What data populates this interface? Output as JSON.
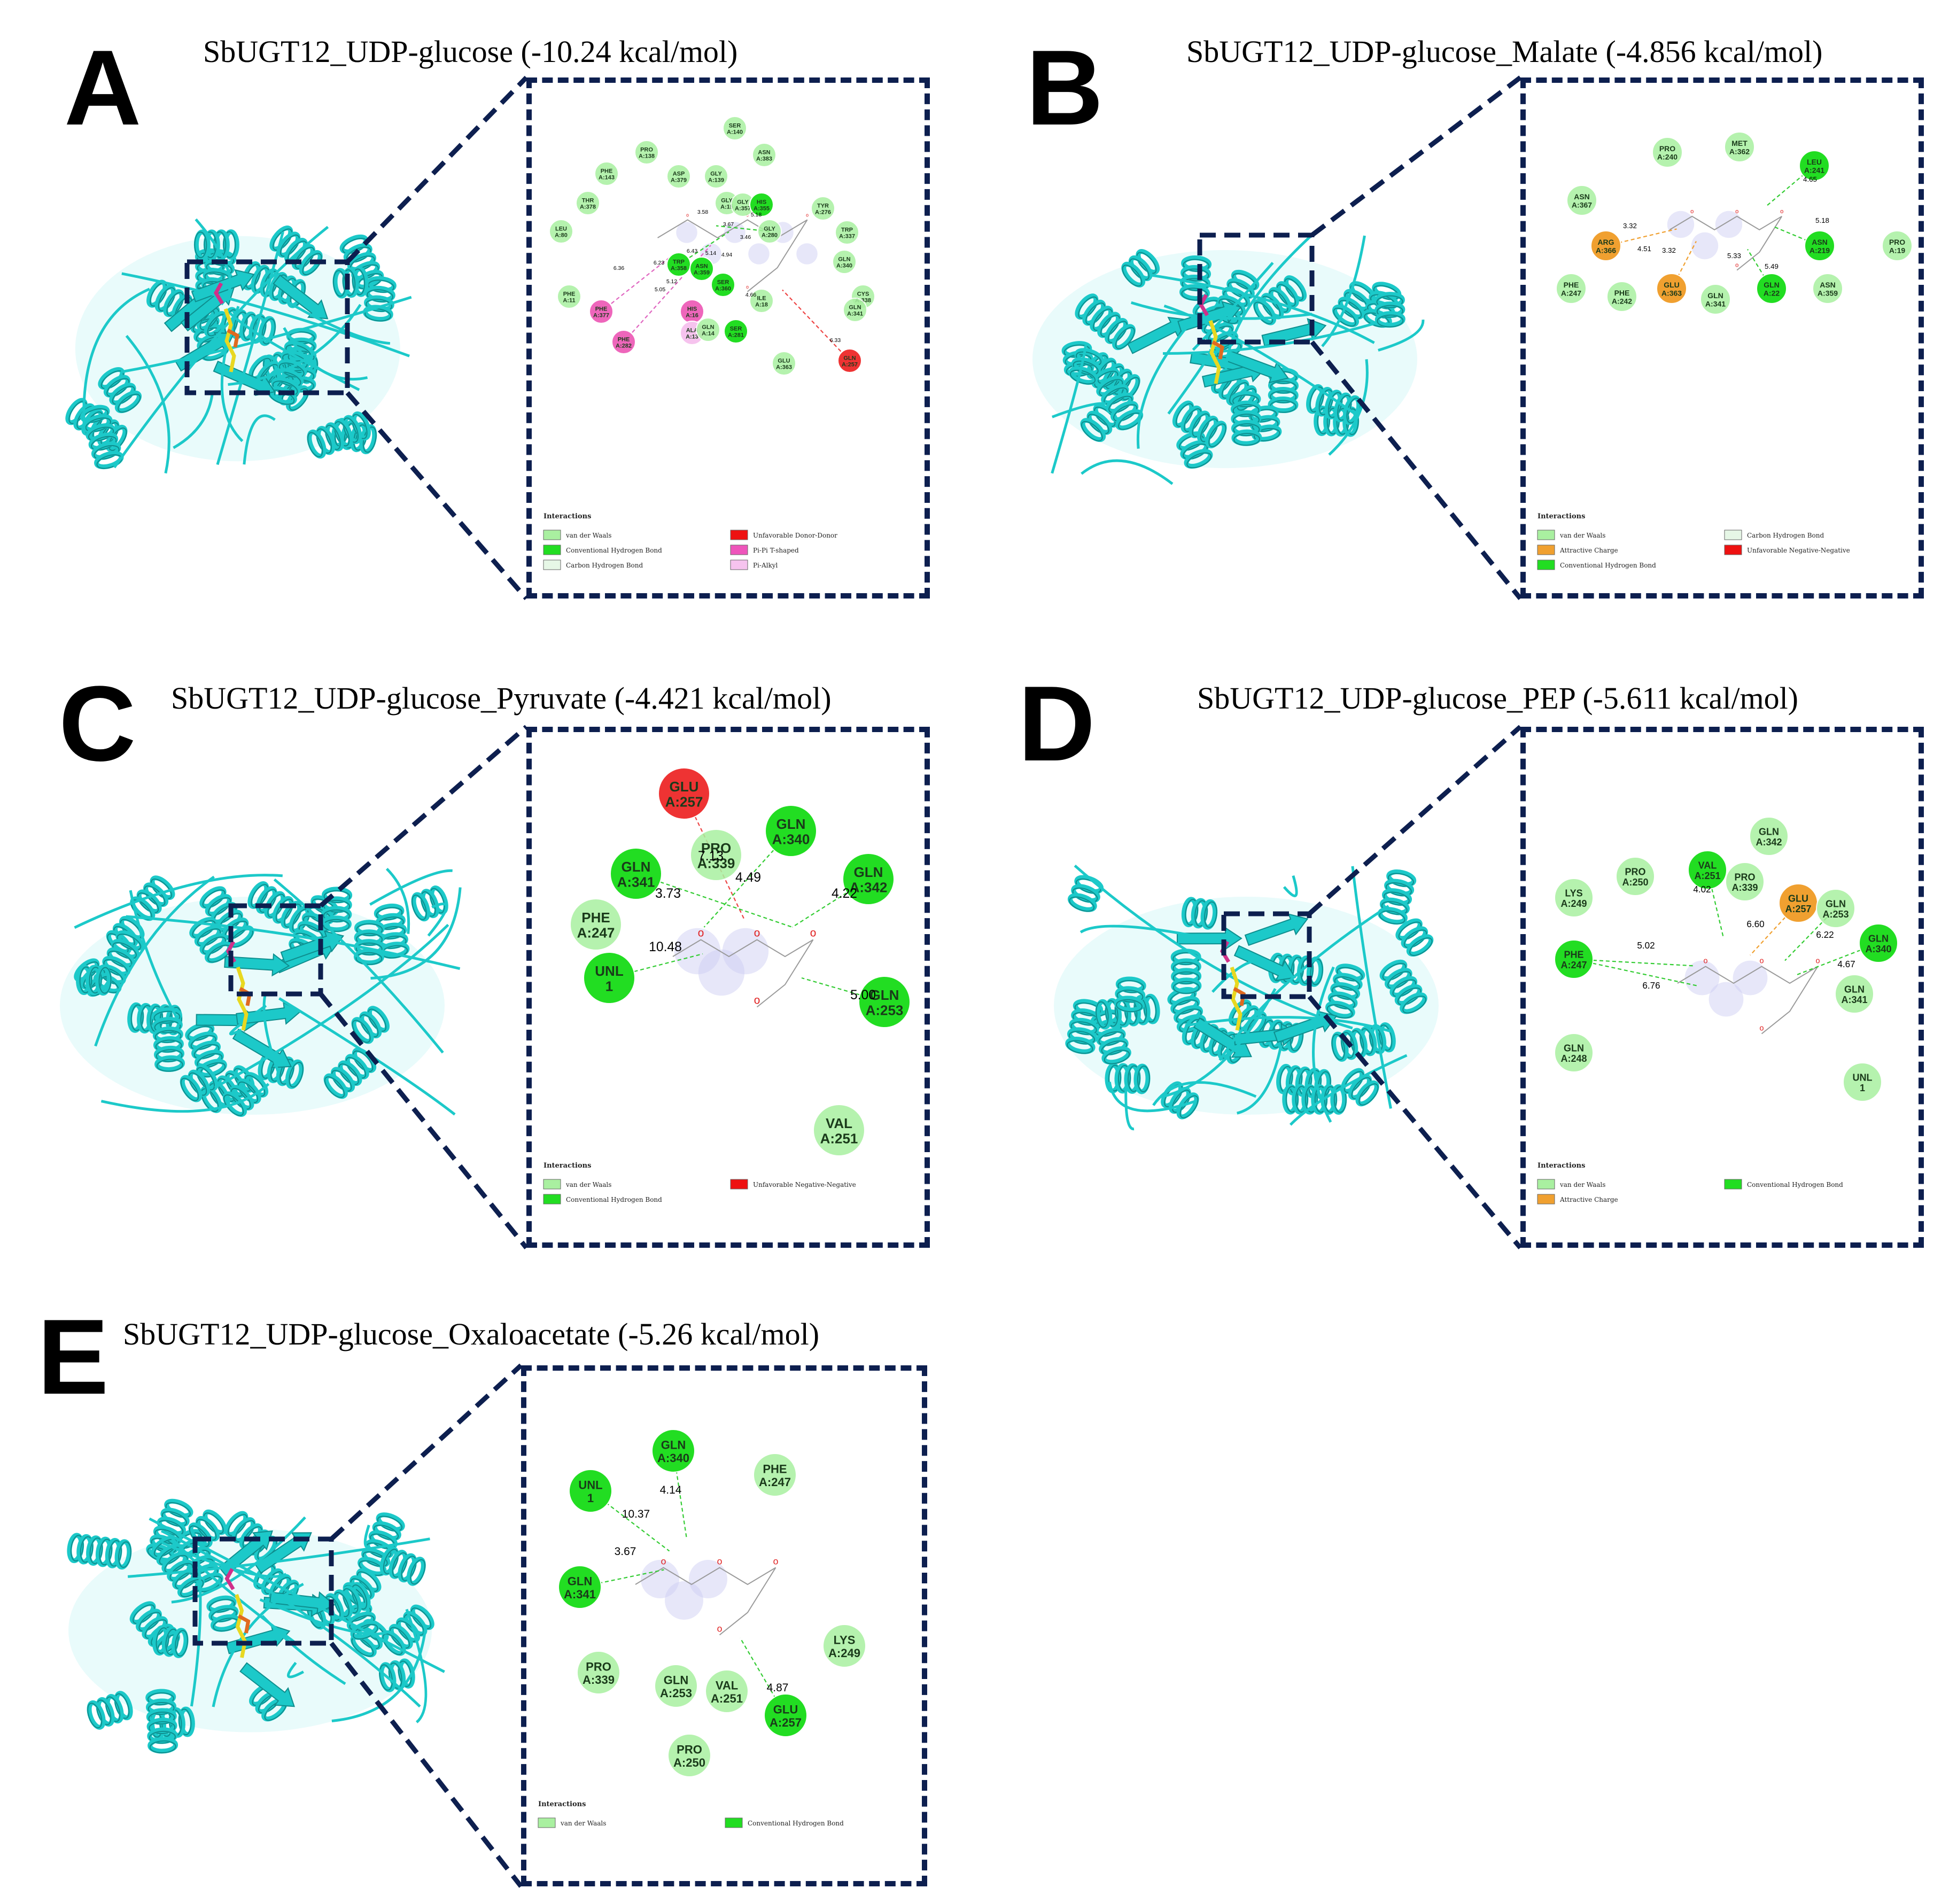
{
  "panels": [
    {
      "letter": "A",
      "title": "SbUGT12_UDP-glucose (-10.24 kcal/mol)",
      "legend_heading": "Interactions",
      "legend": [
        {
          "label": "van der Waals",
          "color": "#a9f0a0"
        },
        {
          "label": "Conventional Hydrogen Bond",
          "color": "#22dd22"
        },
        {
          "label": "Carbon Hydrogen Bond",
          "color": "#e6f7e6"
        },
        {
          "label": "Unfavorable Donor-Donor",
          "color": "#ee1111"
        },
        {
          "label": "Pi-Pi T-shaped",
          "color": "#ee55bb"
        },
        {
          "label": "Pi-Alkyl",
          "color": "#f6c3ee"
        }
      ],
      "residues": [
        {
          "name": "SER",
          "id": "A:140",
          "type": "vdw"
        },
        {
          "name": "PRO",
          "id": "A:138",
          "type": "vdw"
        },
        {
          "name": "ASN",
          "id": "A:383",
          "type": "vdw"
        },
        {
          "name": "PHE",
          "id": "A:143",
          "type": "vdw"
        },
        {
          "name": "ASP",
          "id": "A:379",
          "type": "vdw"
        },
        {
          "name": "GLY",
          "id": "A:139",
          "type": "vdw"
        },
        {
          "name": "THR",
          "id": "A:378",
          "type": "vdw"
        },
        {
          "name": "GLY",
          "id": "A:15",
          "type": "vdw"
        },
        {
          "name": "GLY",
          "id": "A:357",
          "type": "vdw"
        },
        {
          "name": "HIS",
          "id": "A:355",
          "type": "hbond"
        },
        {
          "name": "TYR",
          "id": "A:276",
          "type": "vdw"
        },
        {
          "name": "LEU",
          "id": "A:80",
          "type": "vdw"
        },
        {
          "name": "GLY",
          "id": "A:280",
          "type": "vdw"
        },
        {
          "name": "TRP",
          "id": "A:337",
          "type": "vdw"
        },
        {
          "name": "GLN",
          "id": "A:340",
          "type": "vdw"
        },
        {
          "name": "TRP",
          "id": "A:358",
          "type": "hbond"
        },
        {
          "name": "ASN",
          "id": "A:359",
          "type": "hbond"
        },
        {
          "name": "PHE",
          "id": "A:11",
          "type": "vdw"
        },
        {
          "name": "CYS",
          "id": "A:338",
          "type": "vdw"
        },
        {
          "name": "SER",
          "id": "A:360",
          "type": "hbond"
        },
        {
          "name": "HIS",
          "id": "A:16",
          "type": "pipi"
        },
        {
          "name": "PHE",
          "id": "A:377",
          "type": "pipi"
        },
        {
          "name": "ILE",
          "id": "A:18",
          "type": "vdw"
        },
        {
          "name": "GLN",
          "id": "A:341",
          "type": "vdw"
        },
        {
          "name": "ALA",
          "id": "A:13",
          "type": "pialkyl"
        },
        {
          "name": "GLN",
          "id": "A:14",
          "type": "vdw"
        },
        {
          "name": "SER",
          "id": "A:281",
          "type": "hbond"
        },
        {
          "name": "PHE",
          "id": "A:282",
          "type": "pipi"
        },
        {
          "name": "GLU",
          "id": "A:363",
          "type": "vdw"
        },
        {
          "name": "GLN",
          "id": "A:257",
          "type": "unfav"
        }
      ],
      "distances": [
        "3.58",
        "5.18",
        "3.67",
        "3.46",
        "6.43",
        "5.14",
        "4.94",
        "6.36",
        "6.23",
        "5.12",
        "5.05",
        "4.66",
        "6.33"
      ]
    },
    {
      "letter": "B",
      "title": "SbUGT12_UDP-glucose_Malate (-4.856 kcal/mol)",
      "legend_heading": "Interactions",
      "legend": [
        {
          "label": "van der Waals",
          "color": "#a9f0a0"
        },
        {
          "label": "Attractive Charge",
          "color": "#f0a030"
        },
        {
          "label": "Conventional Hydrogen Bond",
          "color": "#22dd22"
        },
        {
          "label": "Carbon Hydrogen Bond",
          "color": "#e6f7e6"
        },
        {
          "label": "Unfavorable Negative-Negative",
          "color": "#ee1111"
        }
      ],
      "residues": [
        {
          "name": "PRO",
          "id": "A:240",
          "type": "vdw"
        },
        {
          "name": "MET",
          "id": "A:362",
          "type": "vdw"
        },
        {
          "name": "LEU",
          "id": "A:241",
          "type": "hbond"
        },
        {
          "name": "ASN",
          "id": "A:367",
          "type": "vdw"
        },
        {
          "name": "ARG",
          "id": "A:366",
          "type": "charge"
        },
        {
          "name": "ASN",
          "id": "A:219",
          "type": "hbond"
        },
        {
          "name": "PRO",
          "id": "A:19",
          "type": "vdw"
        },
        {
          "name": "PHE",
          "id": "A:247",
          "type": "vdw"
        },
        {
          "name": "PHE",
          "id": "A:242",
          "type": "vdw"
        },
        {
          "name": "GLU",
          "id": "A:363",
          "type": "charge"
        },
        {
          "name": "GLN",
          "id": "A:341",
          "type": "vdw"
        },
        {
          "name": "GLN",
          "id": "A:22",
          "type": "hbond"
        },
        {
          "name": "ASN",
          "id": "A:359",
          "type": "vdw"
        }
      ],
      "distances": [
        "4.65",
        "3.32",
        "4.51",
        "3.32",
        "5.18",
        "5.33",
        "5.49"
      ]
    },
    {
      "letter": "C",
      "title": "SbUGT12_UDP-glucose_Pyruvate (-4.421 kcal/mol)",
      "legend_heading": "Interactions",
      "legend": [
        {
          "label": "van der Waals",
          "color": "#a9f0a0"
        },
        {
          "label": "Conventional Hydrogen Bond",
          "color": "#22dd22"
        },
        {
          "label": "Unfavorable Negative-Negative",
          "color": "#ee1111"
        }
      ],
      "residues": [
        {
          "name": "GLU",
          "id": "A:257",
          "type": "unfav"
        },
        {
          "name": "GLN",
          "id": "A:340",
          "type": "hbond"
        },
        {
          "name": "PRO",
          "id": "A:339",
          "type": "vdw"
        },
        {
          "name": "GLN",
          "id": "A:341",
          "type": "hbond"
        },
        {
          "name": "GLN",
          "id": "A:342",
          "type": "hbond"
        },
        {
          "name": "PHE",
          "id": "A:247",
          "type": "vdw"
        },
        {
          "name": "UNL",
          "id": "1",
          "type": "hbond"
        },
        {
          "name": "GLN",
          "id": "A:253",
          "type": "hbond"
        },
        {
          "name": "VAL",
          "id": "A:251",
          "type": "vdw"
        }
      ],
      "distances": [
        "7.13",
        "4.49",
        "3.73",
        "4.22",
        "10.48",
        "5.00"
      ]
    },
    {
      "letter": "D",
      "title": "SbUGT12_UDP-glucose_PEP (-5.611 kcal/mol)",
      "legend_heading": "Interactions",
      "legend": [
        {
          "label": "van der Waals",
          "color": "#a9f0a0"
        },
        {
          "label": "Attractive Charge",
          "color": "#f0a030"
        },
        {
          "label": "Conventional Hydrogen Bond",
          "color": "#22dd22"
        }
      ],
      "residues": [
        {
          "name": "GLN",
          "id": "A:342",
          "type": "vdw"
        },
        {
          "name": "PRO",
          "id": "A:250",
          "type": "vdw"
        },
        {
          "name": "VAL",
          "id": "A:251",
          "type": "hbond"
        },
        {
          "name": "PRO",
          "id": "A:339",
          "type": "vdw"
        },
        {
          "name": "LYS",
          "id": "A:249",
          "type": "vdw"
        },
        {
          "name": "GLU",
          "id": "A:257",
          "type": "charge"
        },
        {
          "name": "GLN",
          "id": "A:253",
          "type": "vdw"
        },
        {
          "name": "GLN",
          "id": "A:340",
          "type": "hbond"
        },
        {
          "name": "PHE",
          "id": "A:247",
          "type": "hbond"
        },
        {
          "name": "GLN",
          "id": "A:341",
          "type": "vdw"
        },
        {
          "name": "GLN",
          "id": "A:248",
          "type": "vdw"
        },
        {
          "name": "UNL",
          "id": "1",
          "type": "vdw"
        }
      ],
      "distances": [
        "4.02",
        "6.60",
        "6.22",
        "5.02",
        "4.67",
        "6.76"
      ]
    },
    {
      "letter": "E",
      "title": "SbUGT12_UDP-glucose_Oxaloacetate (-5.26 kcal/mol)",
      "legend_heading": "Interactions",
      "legend": [
        {
          "label": "van der Waals",
          "color": "#a9f0a0"
        },
        {
          "label": "Conventional Hydrogen Bond",
          "color": "#22dd22"
        }
      ],
      "residues": [
        {
          "name": "GLN",
          "id": "A:340",
          "type": "hbond"
        },
        {
          "name": "PHE",
          "id": "A:247",
          "type": "vdw"
        },
        {
          "name": "UNL",
          "id": "1",
          "type": "hbond"
        },
        {
          "name": "GLN",
          "id": "A:341",
          "type": "hbond"
        },
        {
          "name": "LYS",
          "id": "A:249",
          "type": "vdw"
        },
        {
          "name": "PRO",
          "id": "A:339",
          "type": "vdw"
        },
        {
          "name": "GLN",
          "id": "A:253",
          "type": "vdw"
        },
        {
          "name": "VAL",
          "id": "A:251",
          "type": "vdw"
        },
        {
          "name": "GLU",
          "id": "A:257",
          "type": "hbond"
        },
        {
          "name": "PRO",
          "id": "A:250",
          "type": "vdw"
        }
      ],
      "distances": [
        "4.14",
        "10.37",
        "3.67",
        "4.87"
      ]
    }
  ],
  "colors": {
    "frame": "#0d1f4f",
    "protein": "#1cc9c9",
    "protein_dark": "#0e8e8e",
    "vdw": "#a9f0a0",
    "hbond": "#22dd22",
    "charge": "#f0a030",
    "unfav": "#ee3333",
    "pipi": "#ee66bb",
    "pialkyl": "#f6c3ee",
    "chbond": "#e6f7e6"
  }
}
